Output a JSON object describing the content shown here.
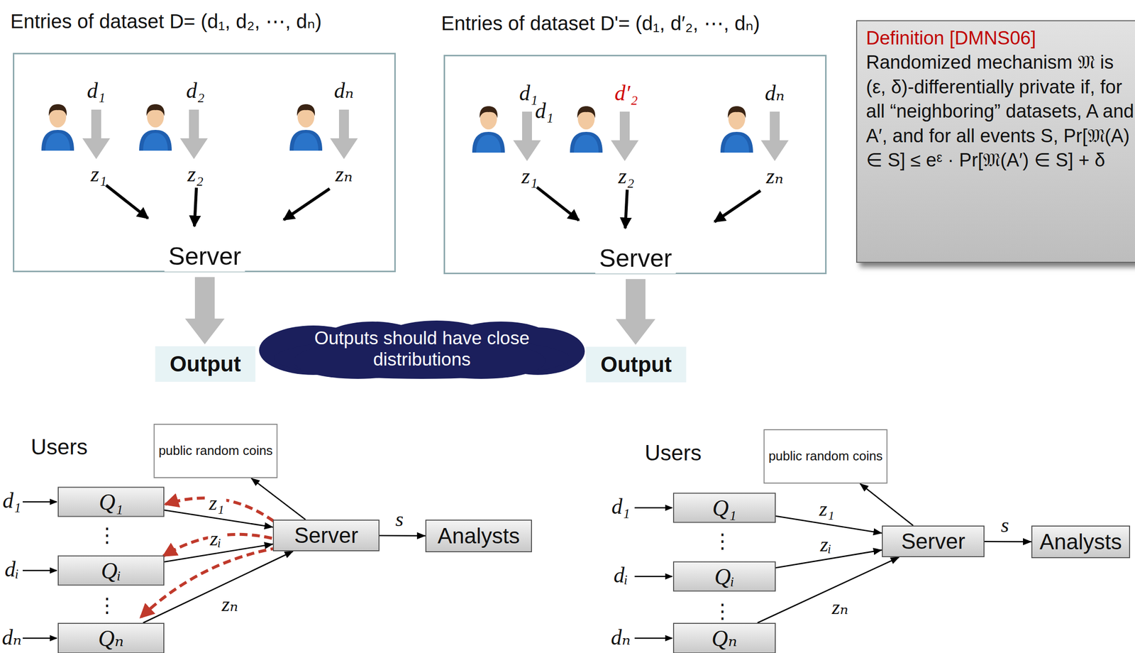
{
  "diagram": {
    "nodes": [
      {
        "text": [
          "Entries of dataset D= (d₁, d₂, ⋯, dₙ)"
        ]
      },
      {
        "text": [
          "Server"
        ],
        "in": 0
      },
      {
        "text": [
          "Entries of dataset D'= (d₁, d′₂, ⋯, dₙ)"
        ]
      },
      {
        "text": [
          "Server"
        ],
        "in": 2
      },
      {
        "text": [
          "Definition [DMNS06]",
          "Randomized mechanism 𝔐 is (ε, δ)-differentially private if, for all “neighboring” datasets, A and A′, and for all events S, Pr[𝔐(A) ∈ S] ≤ eᵋ · Pr[𝔐(A′) ∈ S] + δ"
        ]
      },
      {
        "text": [
          "Output"
        ]
      },
      {
        "text": [
          "Outputs should have close distributions"
        ]
      },
      {
        "text": [
          "Output"
        ]
      },
      {
        "text": [
          "public random coins"
        ]
      },
      {
        "text": [
          "Q₁"
        ]
      },
      {
        "text": [
          "Qᵢ"
        ]
      },
      {
        "text": [
          "Qₙ"
        ]
      },
      {
        "text": [
          "Server"
        ]
      },
      {
        "text": [
          "Analysts"
        ]
      },
      {
        "text": [
          "public random coins"
        ]
      },
      {
        "text": [
          "Q₁"
        ]
      },
      {
        "text": [
          "Qᵢ"
        ]
      },
      {
        "text": [
          "Qₙ"
        ]
      },
      {
        "text": [
          "Server"
        ]
      },
      {
        "text": [
          "Analysts"
        ]
      }
    ],
    "edges": [
      {
        "from": 0,
        "to": 5,
        "arrow": "to"
      },
      {
        "from": 2,
        "to": 7,
        "arrow": "to"
      },
      {
        "from": 9,
        "to": 12,
        "label": "z₁",
        "arrow": "to"
      },
      {
        "from": 10,
        "to": 12,
        "label": "zᵢ",
        "arrow": "to"
      },
      {
        "from": 11,
        "to": 12,
        "label": "zₙ",
        "arrow": "to"
      },
      {
        "from": 12,
        "to": 13,
        "label": "s",
        "arrow": "to"
      },
      {
        "from": 12,
        "to": 8,
        "arrow": "to"
      },
      {
        "from": 12,
        "to": 9,
        "arrow": "to"
      },
      {
        "from": 12,
        "to": 10,
        "arrow": "to"
      },
      {
        "from": 12,
        "to": 11,
        "arrow": "to"
      },
      {
        "from": 15,
        "to": 18,
        "label": "z₁",
        "arrow": "to"
      },
      {
        "from": 16,
        "to": 18,
        "label": "zᵢ",
        "arrow": "to"
      },
      {
        "from": 17,
        "to": 18,
        "label": "zₙ",
        "arrow": "to"
      },
      {
        "from": 18,
        "to": 19,
        "label": "s",
        "arrow": "to"
      },
      {
        "from": 18,
        "to": 14,
        "arrow": "to"
      }
    ],
    "labels": [
      "d₁",
      "d₂",
      "dₙ",
      "z₁",
      "z₂",
      "zₙ",
      "d₁",
      "d₁",
      "d′₂",
      "dₙ",
      "z₁",
      "z₂",
      "zₙ",
      "Users",
      "d₁",
      "⋮",
      "dᵢ",
      "⋮",
      "dₙ",
      "Users",
      "d₁",
      "⋮",
      "dᵢ",
      "⋮",
      "dₙ"
    ]
  }
}
